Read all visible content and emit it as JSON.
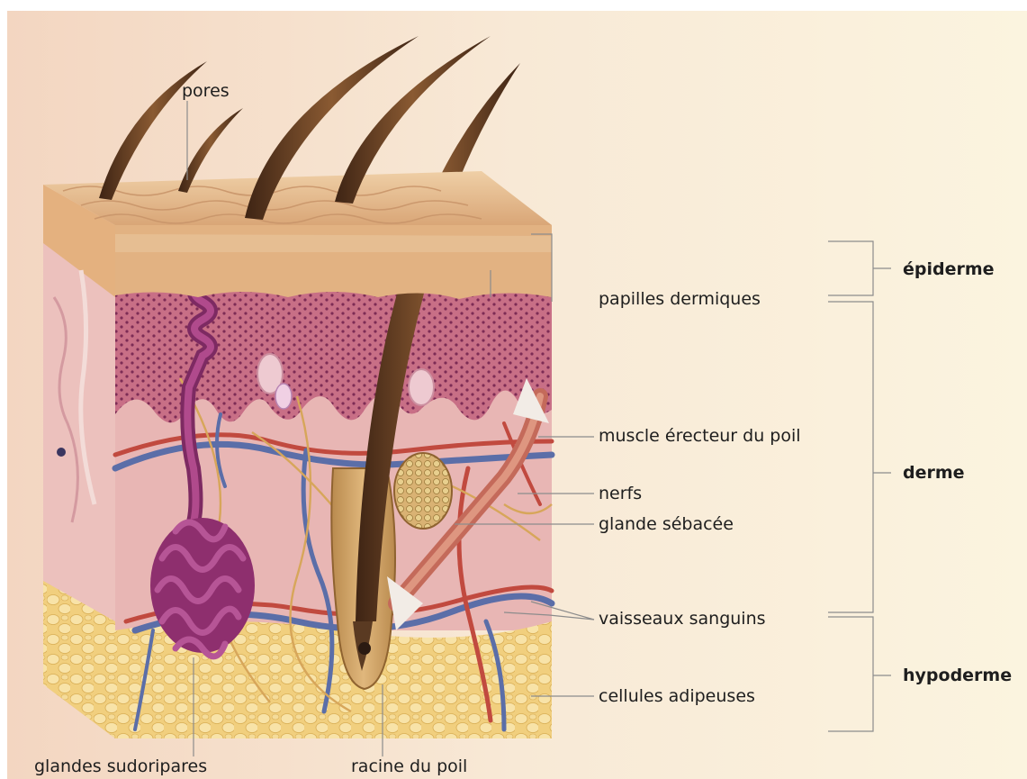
{
  "diagram": {
    "structures": {
      "pores": "pores",
      "papilles_dermiques": "papilles dermiques",
      "muscle_erecteur": "muscle érecteur du poil",
      "nerfs": "nerfs",
      "glande_sebacee": "glande sébacée",
      "vaisseaux_sanguins": "vaisseaux sanguins",
      "cellules_adipeuses": "cellules adipeuses",
      "glandes_sudoripares": "glandes sudoripares",
      "racine_du_poil": "racine du poil"
    },
    "layers": {
      "epiderme": "épiderme",
      "derme": "derme",
      "hypoderme": "hypoderme"
    },
    "colors": {
      "background_left": "#f3d9c4",
      "background_right": "#fbf3dd",
      "epidermis_surface": "#e2b686",
      "epidermis_top": "#dca878",
      "dermis_front": "#c96f83",
      "dermis_pink": "#e9b2b2",
      "hypodermis_fat": "#f2d07e",
      "hair": "#5a3620",
      "sweat_gland": "#8b2d6c",
      "vein_blue": "#5a6fa6",
      "artery_red": "#c0463c",
      "nerve_yellow": "#d9a85a",
      "leader_line": "#8a8a8a"
    }
  }
}
